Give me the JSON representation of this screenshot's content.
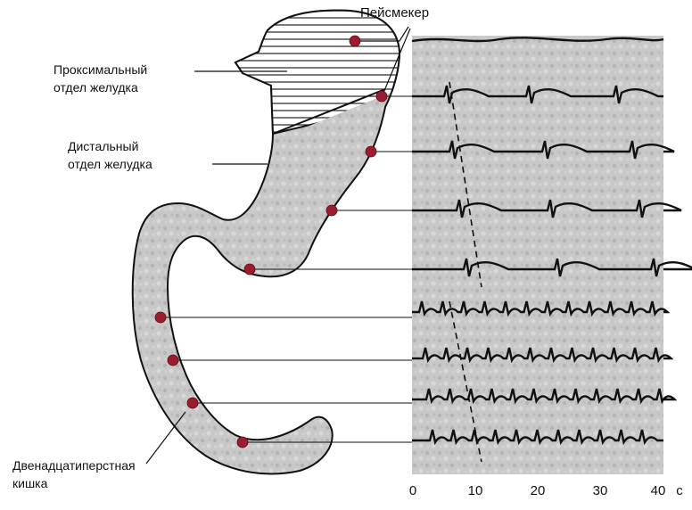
{
  "labels": {
    "pacemaker": "Пейсмекер",
    "proximal": [
      "Проксимальный",
      "отдел желудка"
    ],
    "distal": [
      "Дистальный",
      "отдел желудка"
    ],
    "duodenum": [
      "Двенадцатиперстная",
      "кишка"
    ]
  },
  "axis": {
    "ticks": [
      "0",
      "10",
      "20",
      "30",
      "40"
    ],
    "unit": "с"
  },
  "colors": {
    "electrode": "#9b1c2c",
    "tissue": "#c9c9c9",
    "line": "#111111"
  }
}
